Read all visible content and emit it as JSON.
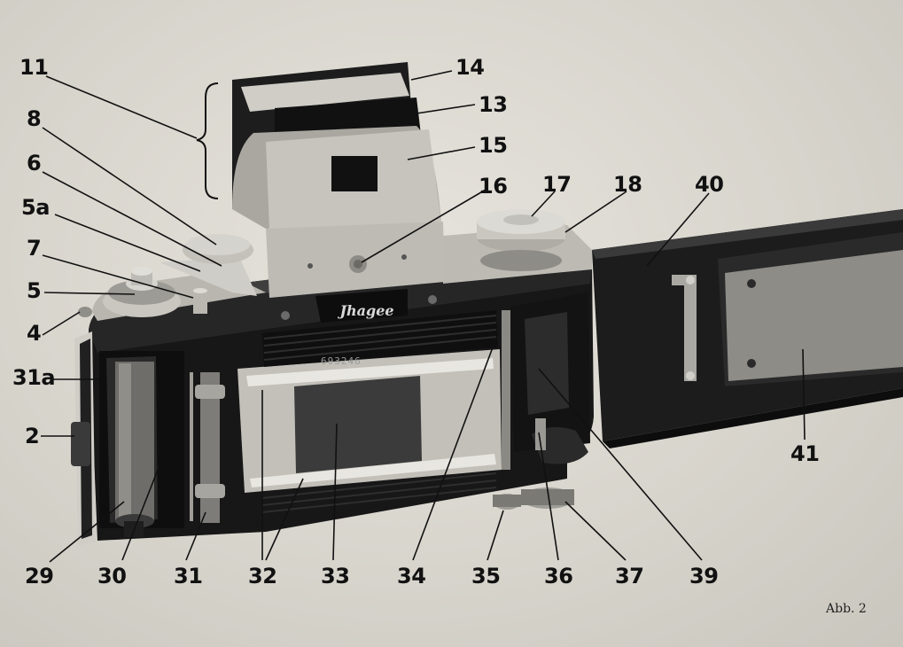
{
  "figure": {
    "caption": "Abb. 2",
    "brand_mark": "Jhagee",
    "serial_plate": "693246",
    "callouts": [
      "11",
      "14",
      "13",
      "8",
      "15",
      "6",
      "16",
      "17",
      "18",
      "40",
      "5a",
      "7",
      "5",
      "4",
      "31a",
      "2",
      "41",
      "29",
      "30",
      "31",
      "32",
      "33",
      "34",
      "35",
      "36",
      "37",
      "39"
    ]
  },
  "colors": {
    "background": "#d9d6ce",
    "body_black": "#161616",
    "metal": "#b9b7b0",
    "label": "#111111"
  }
}
